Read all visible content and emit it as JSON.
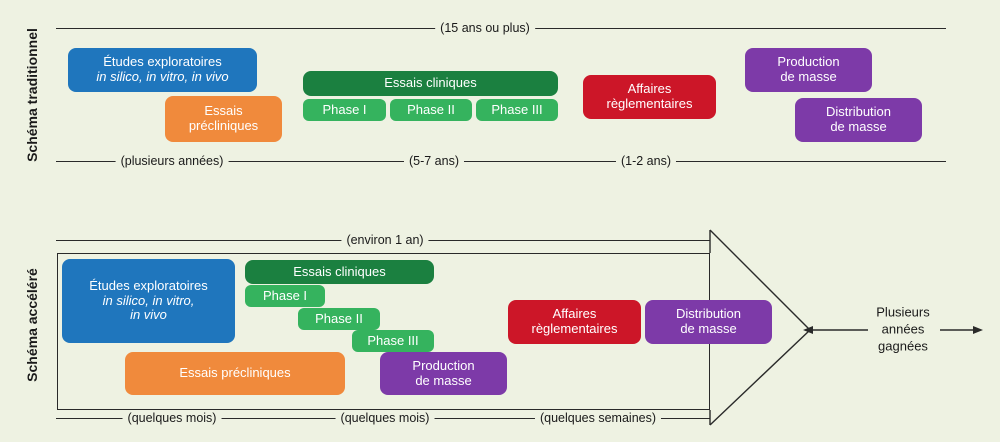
{
  "figure": {
    "background_color": "#eef2e2",
    "palette": {
      "exploratory_blue": "#1f76bd",
      "preclinical_orange": "#f08a3c",
      "clinical_dark_green": "#1b8040",
      "phase_light_green": "#35b35e",
      "regulatory_red": "#cc1628",
      "manufacturing_purple": "#7d3aa8",
      "line_color": "#2a2a2a"
    }
  },
  "sections": {
    "traditional": {
      "side_label": "Schéma traditionnel",
      "top_timeline_label": "(15 ans ou plus)",
      "bottom_timeline_labels": [
        "(plusieurs années)",
        "(5-7 ans)",
        "(1-2 ans)"
      ],
      "boxes": {
        "exploratory": {
          "line1": "Études exploratoires",
          "line2": "in silico, in vitro, in vivo"
        },
        "preclinical": "Essais\nprécliniques",
        "clinical_header": "Essais cliniques",
        "phase1": "Phase I",
        "phase2": "Phase II",
        "phase3": "Phase III",
        "regulatory": "Affaires\nrèglementaires",
        "production": "Production\nde masse",
        "distribution": "Distribution\nde masse"
      }
    },
    "accelerated": {
      "side_label": "Schéma accéléré",
      "top_timeline_label": "(environ 1 an)",
      "bottom_timeline_labels": [
        "(quelques mois)",
        "(quelques mois)",
        "(quelques semaines)"
      ],
      "boxes": {
        "exploratory": {
          "line1": "Études exploratoires",
          "line2": "in silico, in vitro,",
          "line3": "in vivo"
        },
        "preclinical": "Essais précliniques",
        "clinical_header": "Essais cliniques",
        "phase1": "Phase I",
        "phase2": "Phase II",
        "phase3": "Phase III",
        "regulatory": "Affaires\nrèglementaires",
        "production": "Production\nde masse",
        "distribution": "Distribution\nde masse"
      },
      "gain_annotation": "Plusieurs\nannées\ngagnées"
    }
  }
}
